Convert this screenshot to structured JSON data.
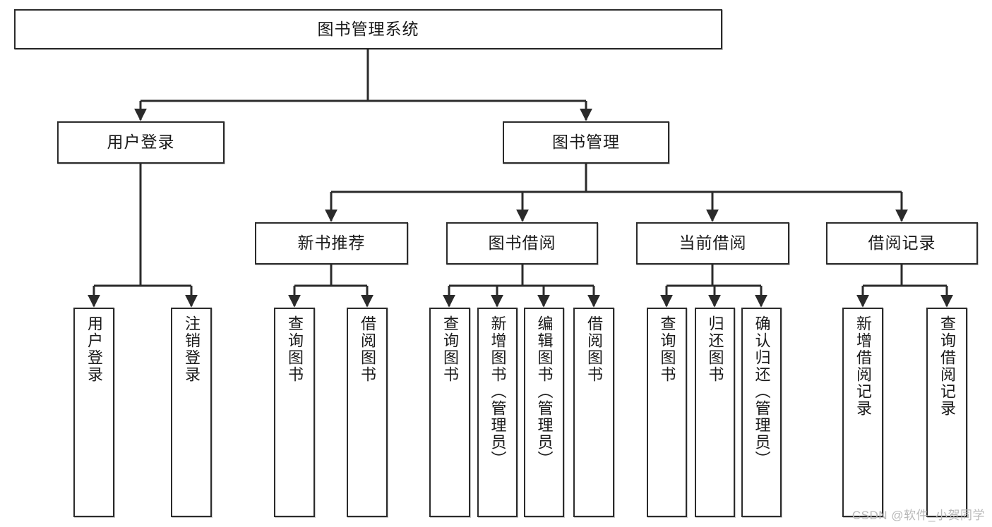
{
  "diagram": {
    "title": "图书管理系统",
    "watermark": "CSDN @软件_小贺同学",
    "stroke_color": "#2b2b2b",
    "fill_color": "#ffffff",
    "nodes": {
      "root": "图书管理系统",
      "level2": {
        "user_login": "用户登录",
        "book_manage": "图书管理"
      },
      "level3": {
        "new_book_recommend": "新书推荐",
        "book_borrow": "图书借阅",
        "current_borrow": "当前借阅",
        "borrow_record": "借阅记录"
      },
      "leaves": {
        "user_login_1": "用户登录",
        "user_login_2": "注销登录",
        "new_book_1": "查询图书",
        "new_book_2": "借阅图书",
        "book_borrow_1": "查询图书",
        "book_borrow_2": "新增图书（管理员）",
        "book_borrow_3": "编辑图书（管理员）",
        "book_borrow_4": "借阅图书",
        "current_borrow_1": "查询图书",
        "current_borrow_2": "归还图书",
        "current_borrow_3": "确认归还（管理员）",
        "borrow_record_1": "新增借阅记录",
        "borrow_record_2": "查询借阅记录"
      }
    }
  }
}
